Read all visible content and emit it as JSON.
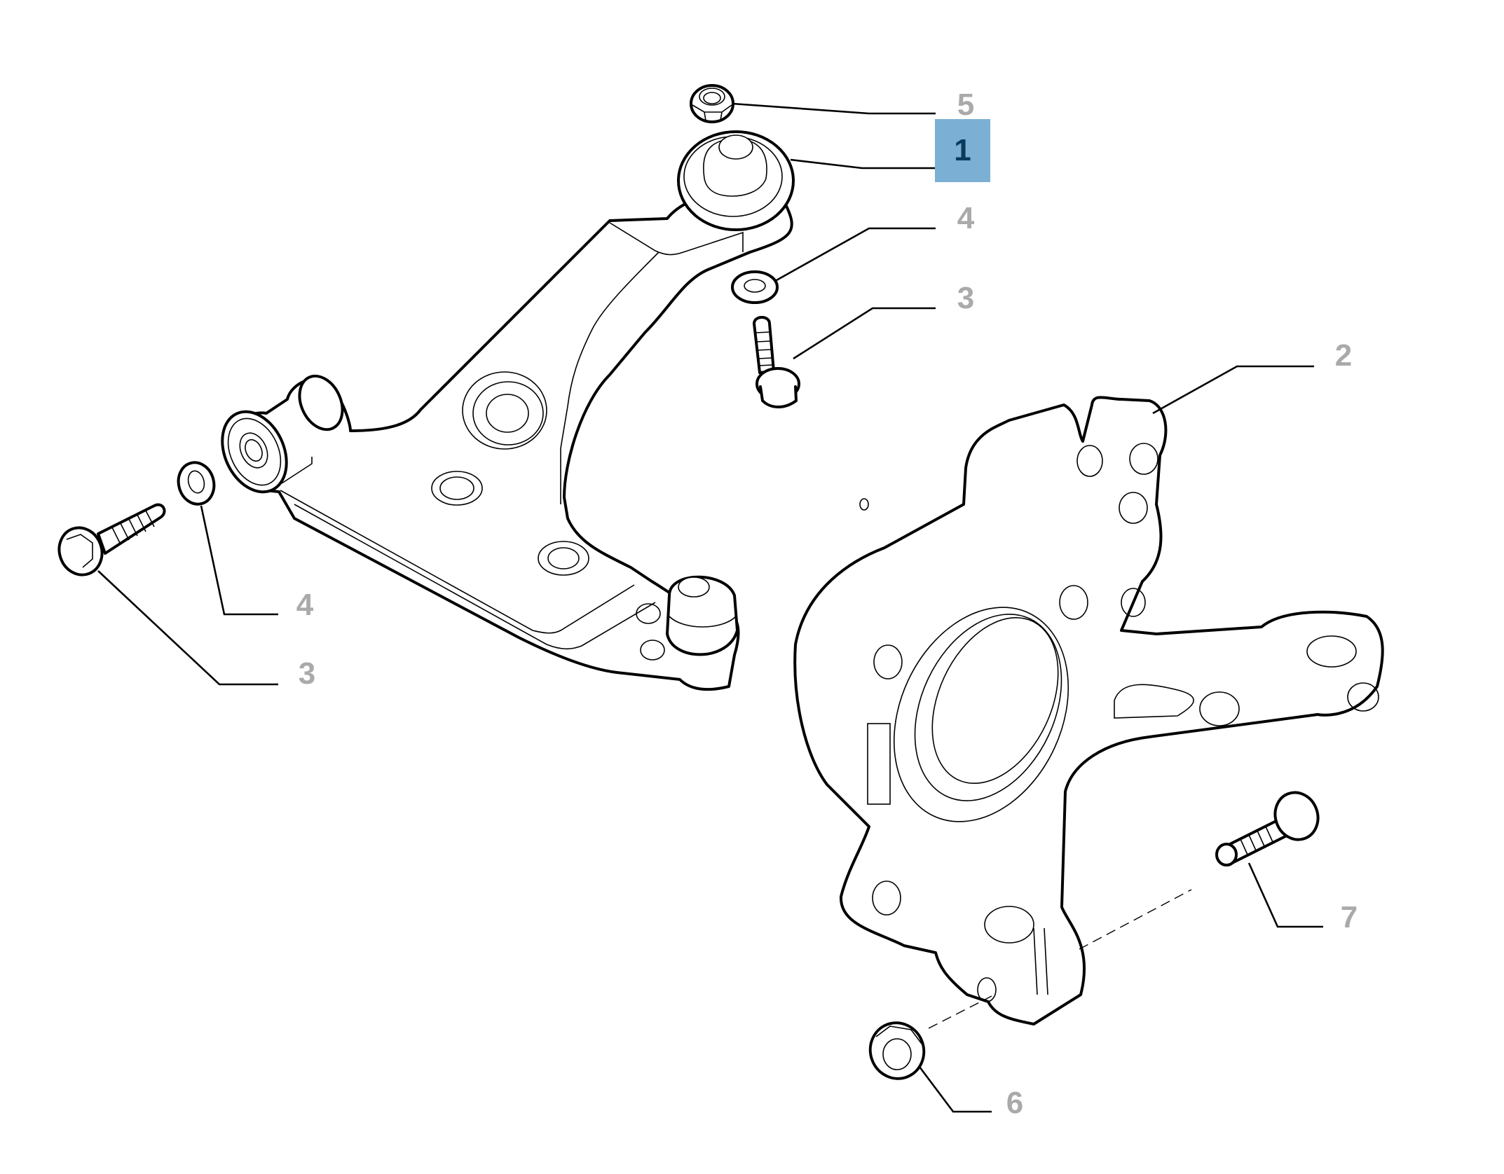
{
  "diagram": {
    "type": "exploded-parts-diagram",
    "subject": "Front suspension lower control arm and steering knuckle",
    "colors": {
      "background": "#ffffff",
      "line": "#000000",
      "callout_text": "#aaaaaa",
      "highlight_bg": "#7bafd4",
      "highlight_text": "#0a3a5c"
    },
    "parts": [
      {
        "id": "control-arm",
        "callout": "1"
      },
      {
        "id": "steering-knuckle",
        "callout": "2"
      },
      {
        "id": "bolt",
        "callout": "3"
      },
      {
        "id": "washer",
        "callout": "4"
      },
      {
        "id": "lock-nut-upper",
        "callout": "5"
      },
      {
        "id": "lock-nut-lower",
        "callout": "6"
      },
      {
        "id": "pinch-bolt",
        "callout": "7"
      }
    ],
    "callouts": {
      "c5": "5",
      "c1": "1",
      "c4_right": "4",
      "c3_right": "3",
      "c2": "2",
      "c4_left": "4",
      "c3_left": "3",
      "c7": "7",
      "c6": "6"
    },
    "highlighted_callout": "1"
  }
}
